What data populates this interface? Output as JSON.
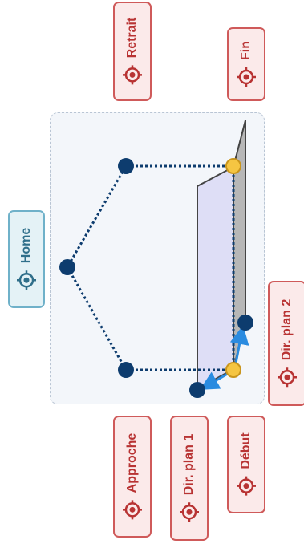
{
  "buttons": {
    "home": "Home",
    "retrait": "Retrait",
    "fin": "Fin",
    "approche": "Approche",
    "dir_plan_1": "Dir. plan 1",
    "debut": "Début",
    "dir_plan_2": "Dir. plan 2"
  },
  "icons": {
    "target": "crosshair-target-icon"
  },
  "colors": {
    "accent_red": "#b83333",
    "accent_teal": "#2f6f8a",
    "waypoint": "#0d3c6e",
    "highlight_point": "#f5c542",
    "direction_arrow": "#2a8be0",
    "plane_fill": "#dcdcf5"
  }
}
